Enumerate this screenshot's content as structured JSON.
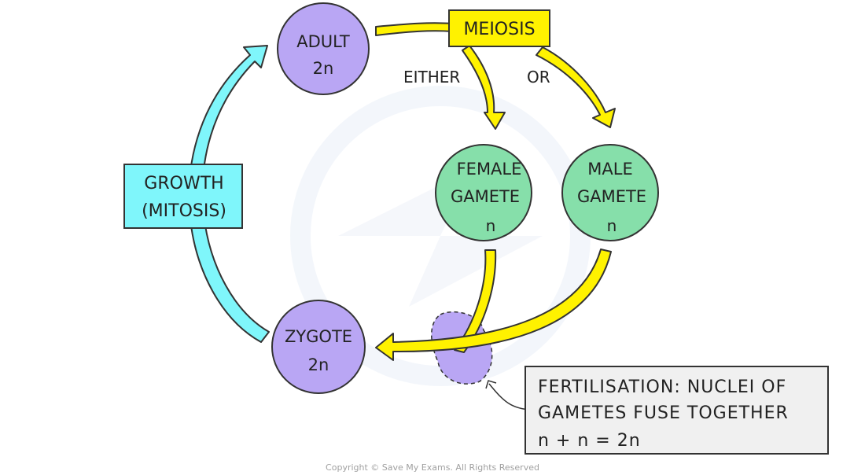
{
  "colors": {
    "purple": "#b9a6f4",
    "green": "#86dfaa",
    "yellow": "#fff200",
    "cyan": "#7ff6fb",
    "note_bg": "#f0f0f0",
    "stroke": "#333333",
    "watermark": "#e9eef6"
  },
  "nodes": {
    "adult": {
      "line1": "ADULT",
      "line2": "2n"
    },
    "female": {
      "line1": "FEMALE",
      "line2": "GAMETE",
      "line3": "n"
    },
    "male": {
      "line1": "MALE",
      "line2": "GAMETE",
      "line3": "n"
    },
    "zygote": {
      "line1": "ZYGOTE",
      "line2": "2n"
    }
  },
  "labels": {
    "meiosis": "MEIOSIS",
    "either": "EITHER",
    "or": "OR",
    "growth_line1": "GROWTH",
    "growth_line2": "(MITOSIS)"
  },
  "note": {
    "line1": "FERTILISATION: NUCLEI OF",
    "line2": "GAMETES  FUSE  TOGETHER",
    "line3": "n + n = 2n"
  },
  "copyright": "Copyright © Save My Exams. All Rights Reserved"
}
